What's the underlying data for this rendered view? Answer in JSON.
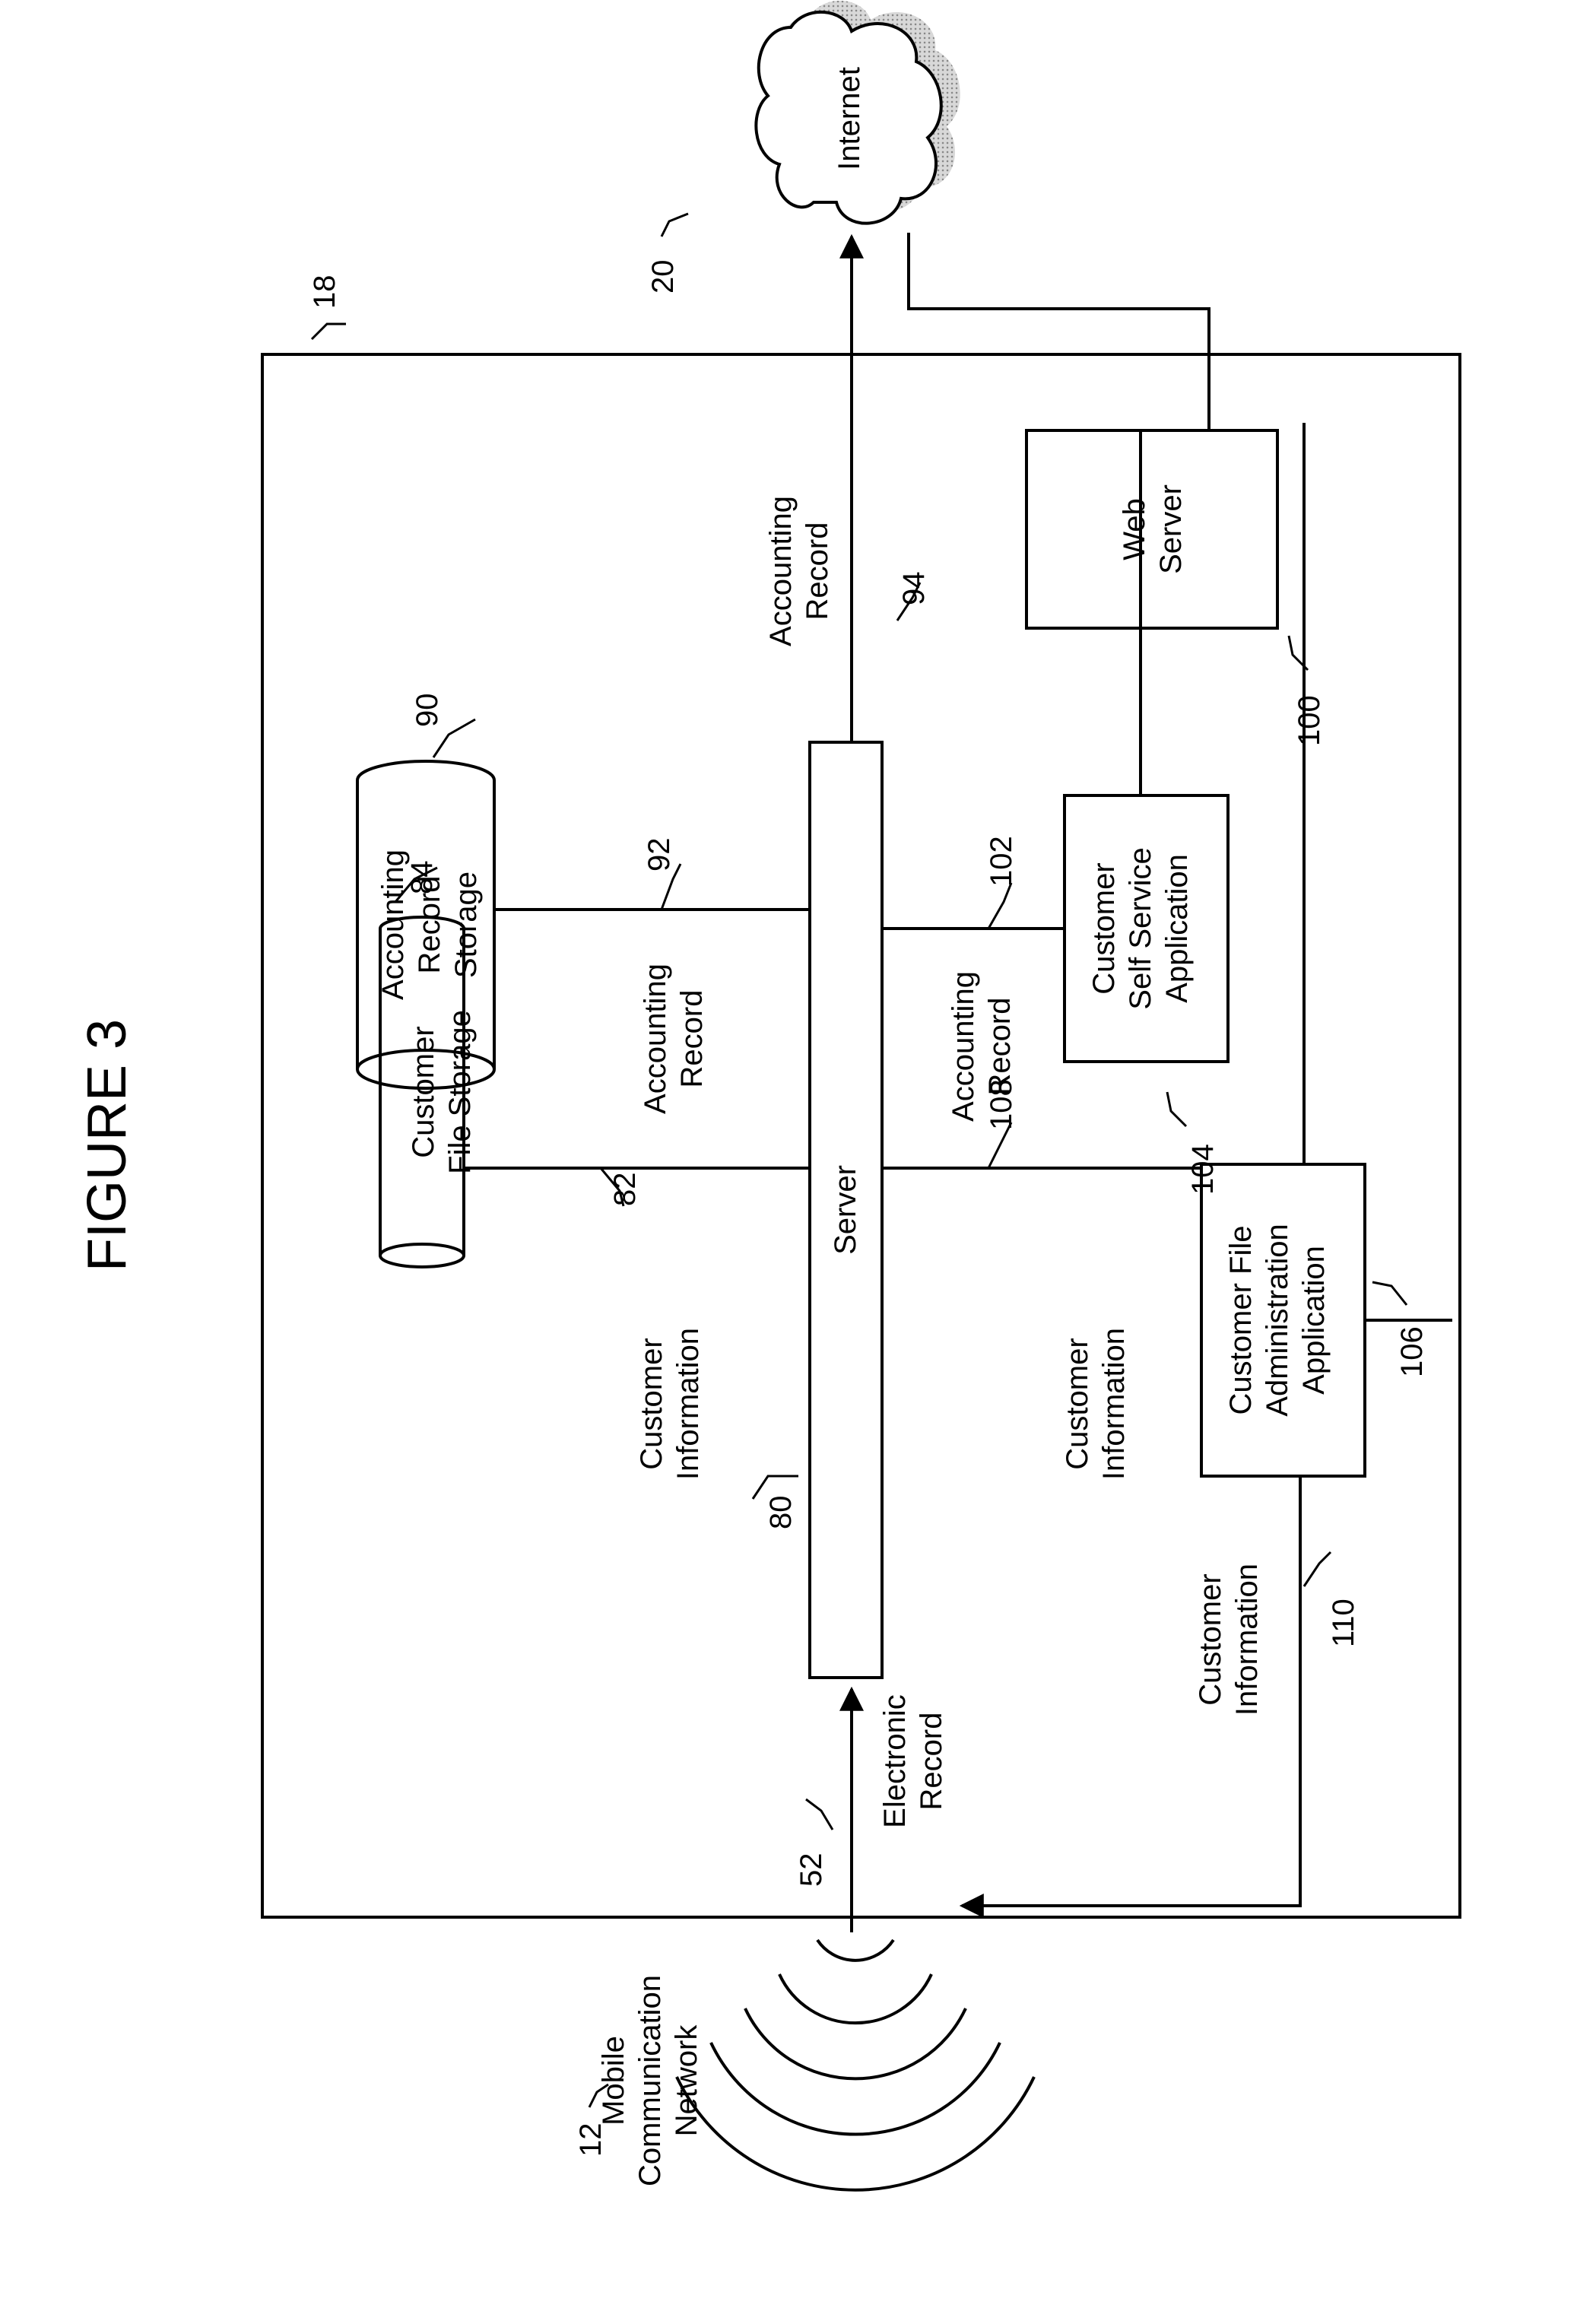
{
  "figure": {
    "title": "FIGURE 3"
  },
  "refs": {
    "system": "18",
    "internet": "20",
    "mobile_network": "12",
    "electronic_record": "52",
    "server": "80",
    "customer_info_top": "82",
    "customer_file_storage": "84",
    "accounting_record_storage": "90",
    "accounting_link_top": "92",
    "accounting_record_out": "94",
    "web_server": "100",
    "accounting_link_bottom": "102",
    "self_service_app": "104",
    "admin_app": "106",
    "customer_info_bottom": "108",
    "customer_info_out": "110"
  },
  "labels": {
    "internet": "Internet",
    "server": "Server",
    "web_server": [
      "Web",
      "Server"
    ],
    "customer_file_storage": [
      "Customer",
      "File Storage"
    ],
    "accounting_record_storage": [
      "Accounting",
      "Record",
      "Storage"
    ],
    "self_service_app": [
      "Customer",
      "Self Service",
      "Application"
    ],
    "admin_app": [
      "Customer File",
      "Administration",
      "Application"
    ],
    "mobile_network": [
      "Mobile",
      "Communication",
      "Network"
    ],
    "customer_information": [
      "Customer",
      "Information"
    ],
    "accounting_record": [
      "Accounting",
      "Record"
    ],
    "electronic_record": [
      "Electronic",
      "Record"
    ]
  }
}
